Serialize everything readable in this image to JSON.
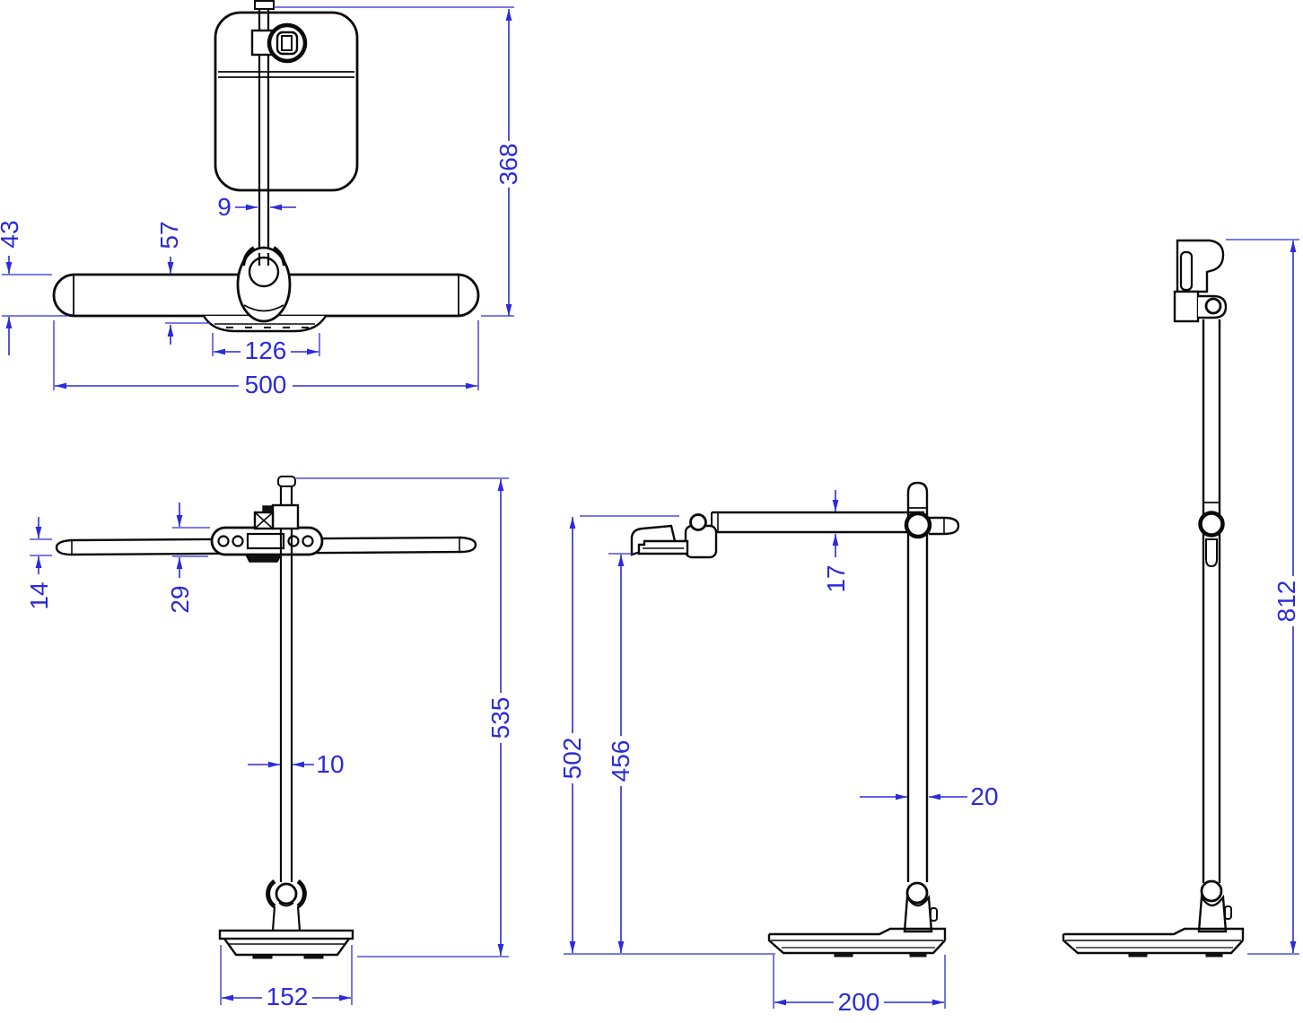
{
  "drawing": {
    "kind": "technical-dimension-drawing",
    "subject": "desk-lamp-orthographic-views",
    "background_color": "#ffffff",
    "line_color": "#0a0a0a",
    "dimension_color": "#2b2bdb",
    "views": {
      "top": {
        "name": "top-view",
        "dims": {
          "rod_length": "368",
          "rod_width": "9",
          "head_thickness": "57",
          "bar_height": "43",
          "plate_width": "126",
          "bar_width": "500"
        }
      },
      "front": {
        "name": "front-view",
        "dims": {
          "bar_thickness": "14",
          "head_height": "29",
          "pole_width": "10",
          "overall_height": "535",
          "base_width": "152"
        }
      },
      "side": {
        "name": "side-view",
        "dims": {
          "arm_top_height": "502",
          "clearance_height": "456",
          "arm_thickness": "17",
          "pole_depth": "20",
          "base_depth": "200"
        }
      },
      "extended": {
        "name": "extended-side-view",
        "dims": {
          "max_height": "812"
        }
      }
    }
  }
}
